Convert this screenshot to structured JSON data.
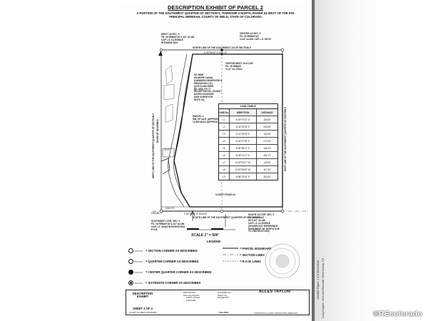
{
  "title": "DESCRIPTION EXHIBIT OF PARCEL 2",
  "subtitle": "A PORTION OF THE SOUTHWEST QUARTER OF SECTION 9, TOWNSHIP 4 NORTH, RANGE 64 WEST OF THE 6TH PRINCIPAL MERIDIAN, COUNTY OF WELD, STATE OF COLORADO",
  "labels": {
    "west_quarter": "WEST 1/4 SEC. 9\nFD. #6 REBAR W/ 2-1/2\" ALUM.\nCAP L.S. ILLEGIBLE\nIN RANGE BOX",
    "center_quarter": "CENTER 1/4 SEC. 9\nFD. #6 REBAR W/\n3-1/4\" ALUM. CAP L.S. 38715",
    "north_line": "NORTH LINE OF THE SOUTHWEST 1/4 OF SECTION 9",
    "bearing_top": "S 89°39'03\" E  2641.02'",
    "center_west": "CENTER-WEST 1/16 COR.\nFD. #6 REBAR\n3-1/2\" AL CPAG",
    "canal": "65' WIDE\nGILMORE CANAL\n(FARMERS RESERVOIR &\nIRRIGATION CO.)\nQUITCLAIM DEED\nBK 1555, PG 71\nRECEPTION No. 2223647,\nDATED 01/30/1996\n(SEE SURVEYOR\nNOTE #4)",
    "parcel": "PARCEL 2\n546,797 sq.ft. (APPROX)\n12.553 acres (APPROX)",
    "west_line": "WEST LINE OF THE SOUTHWEST QUARTER OF SECTION 9",
    "basis": "BASIS OF BEARINGS",
    "east_line": "EAST LINE OF THE SOUTHWEST QUARTER OF SECTION 9",
    "county_road": "COUNTY ROAD 44",
    "south_line": "SOUTH LINE OF THE SOUTHWEST QUARTER OF SECTION 9",
    "bearing_bottom": "S 89°39'56\" E  2630.00'",
    "southwest_corner": "SOUTHWEST COR. SEC. 9\nFD. #6 REBAR W/ 3-1/2\" ALUM.\nCAP L.S. 38404 IN RANGE BOX\nP.O.B.",
    "south_quarter": "SOUTH 1/4 COR. SEC. 9\nFD. #6 REBAR\nW/ 2-1/2\" ALUM.\nCAP L.S. ILLEGIBLE\n(SHOWN NOT REFERENCE\nMONUMENT 30' NORTH DUE\nTO OBSTRUCTION)",
    "tpob": "T.P.O.B.",
    "dim_30": "30.00'",
    "dim_bottom": "1041.70'"
  },
  "line_table": {
    "title": "LINE TABLE",
    "headers": [
      "LINE No.",
      "DIRECTION",
      "DISTANCE"
    ],
    "rows": [
      [
        "L1",
        "N 29°07'37\" E",
        "153.00'"
      ],
      [
        "L2",
        "N 34°00'22\" E",
        "242.89'"
      ],
      [
        "L3",
        "N 41°05'19\" E",
        "153.36'"
      ],
      [
        "L4",
        "N 44°37'00\" E",
        "272.63'"
      ],
      [
        "L5",
        "N 50°55'17\" E",
        "148.14'"
      ],
      [
        "L6",
        "N 49°01'17\" E",
        "251.27'"
      ],
      [
        "L7",
        "N 00°04'27\" W",
        "142.82'"
      ],
      [
        "L8",
        "N 89°36'33\" W",
        "117.30'"
      ],
      [
        "L9",
        "N 56°23'41\" E",
        "303.44'"
      ]
    ]
  },
  "scale": "SCALE 1\" = 500'",
  "legend": {
    "title": "LEGEND",
    "left": [
      "= SECTION CORNER AS DESCRIBED",
      "= QUARTER CORNER AS DESCRIBED",
      "= CENTER QUARTER CORNER AS DESCRIBED",
      "= SIXTEENTH CORNER AS DESCRIBED"
    ],
    "right": [
      "= PARCEL BOUNDARY",
      "= SECTION LINES",
      "= R.O.W. LINES"
    ]
  },
  "title_block": {
    "exhibit": "DESCRIPTION\nEXHIBIT",
    "sheet": "SHEET 2 OF 2",
    "sheet_sub": "COUNTY OF WELD COLORADO",
    "revisions": "REVISIONS\nDate  Description\n—  FIRST ISSUE\n—  FINALIZE",
    "project": "SCHEME NO.\nPROJ No.\nDRAWN BY:",
    "firm": "ALLES TAYLOR",
    "firm_sub": "SURVEYING & LAND CONSULTING SERVICES",
    "date": "Feb 2016"
  },
  "side_text": {
    "recno": "4264862  Pages: 4 of 8  08/31/2016",
    "clerk": "Carly Koppes, Clerk and Recorder, Weld County, CO"
  },
  "watermark": "®REcolorado",
  "colors": {
    "ink": "#111111",
    "paper": "#fdfdfd",
    "edge": "#6b6b6b"
  }
}
